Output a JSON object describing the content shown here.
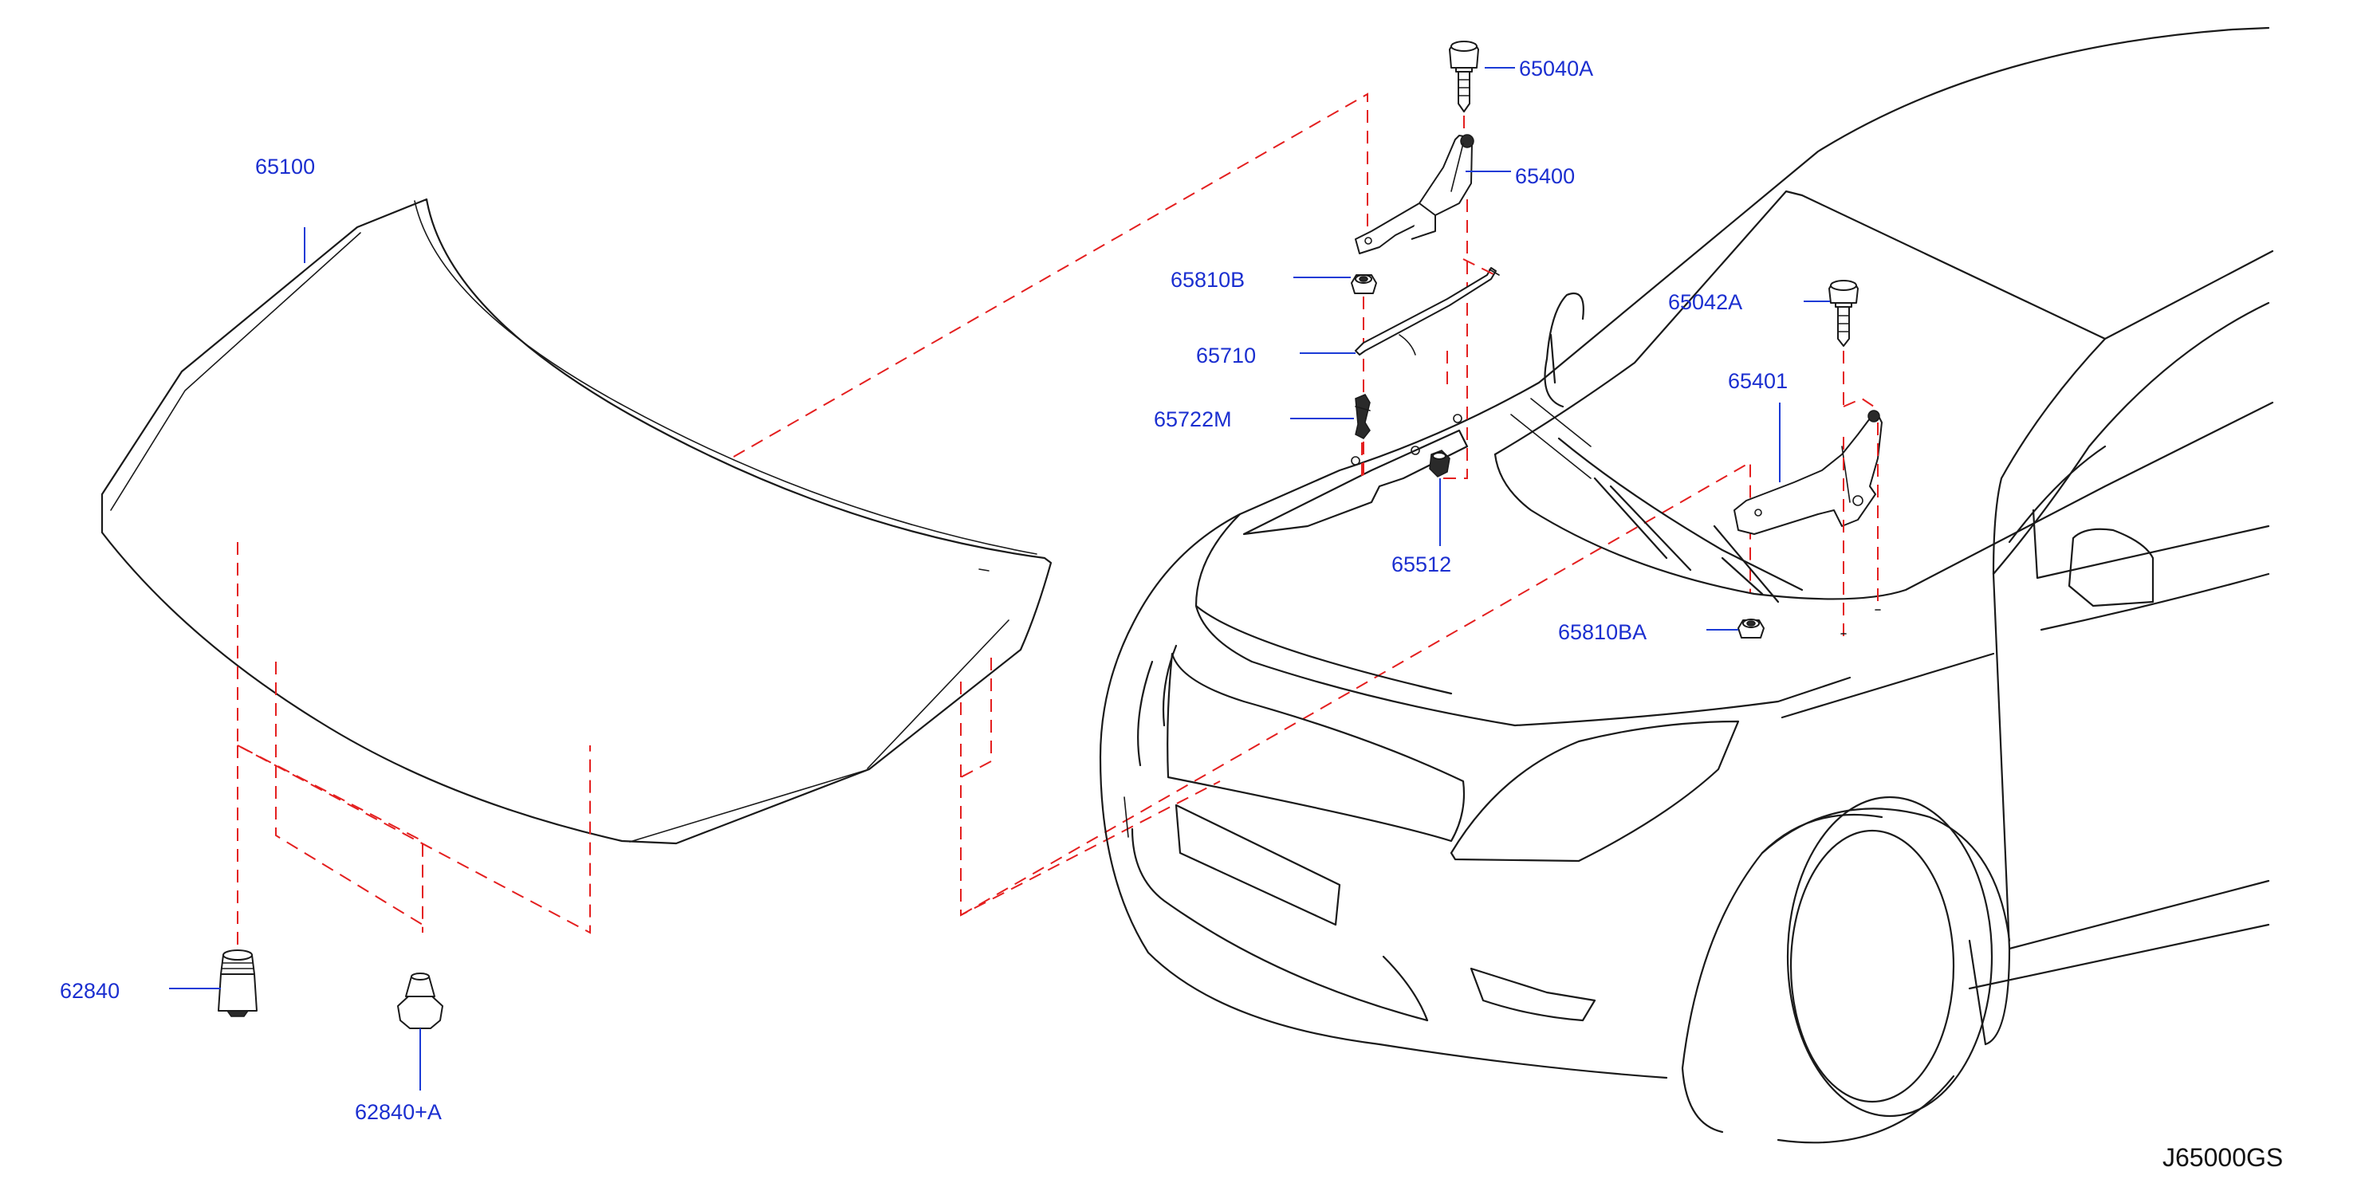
{
  "diagram_code": "J65000GS",
  "colors": {
    "label": "#1b2fd0",
    "leader": "#1b3bd6",
    "dashed_guide": "#e41f1f",
    "line_art": "#1a1a1a"
  },
  "parts": {
    "hood": "65100",
    "hinge_bolt_left": "65040A",
    "hinge_left": "65400",
    "nut_left": "65810B",
    "support_rod": "65710",
    "rod_clip": "65722M",
    "hood_grommet": "65512",
    "hinge_bolt_right": "65042A",
    "hinge_right": "65401",
    "nut_right": "65810BA",
    "bumper_rubber": "62840",
    "bumper_rubber_alt": "62840+A"
  }
}
